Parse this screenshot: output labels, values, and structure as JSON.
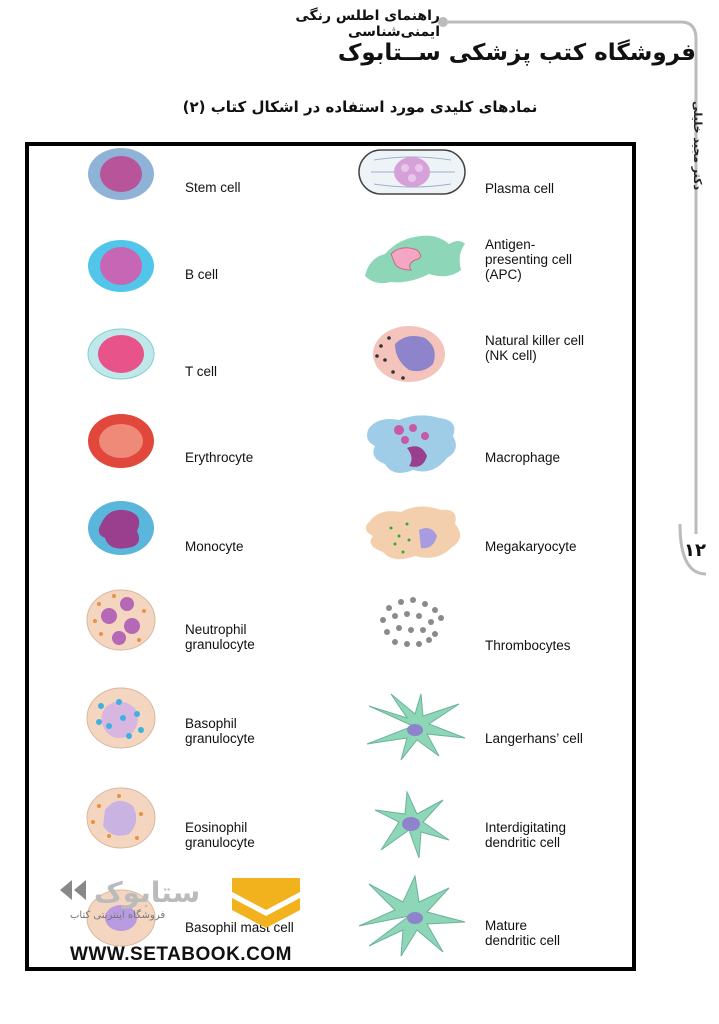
{
  "header": {
    "book_title": "راهنمای اطلس رنگی ایمنی‌شناسی",
    "store_title": "فروشگاه کتب پزشکی ســتابوک",
    "side_author": "دکتر مجید خلیلی",
    "page_number": "۱۲"
  },
  "page_heading": "نمادهای کلیدی مورد استفاده در اشکال کتاب (۲)",
  "cells_left": [
    {
      "label": "Stem cell",
      "icon": "stem-cell-icon"
    },
    {
      "label": "B cell",
      "icon": "b-cell-icon"
    },
    {
      "label": "T cell",
      "icon": "t-cell-icon"
    },
    {
      "label": "Erythrocyte",
      "icon": "erythrocyte-icon"
    },
    {
      "label": "Monocyte",
      "icon": "monocyte-icon"
    },
    {
      "label": "Neutrophil\ngranulocyte",
      "icon": "neutrophil-icon"
    },
    {
      "label": "Basophil\ngranulocyte",
      "icon": "basophil-icon"
    },
    {
      "label": "Eosinophil\ngranulocyte",
      "icon": "eosinophil-icon"
    },
    {
      "label": "Basophil mast cell",
      "icon": "mast-cell-icon"
    }
  ],
  "cells_right": [
    {
      "label": "Plasma cell",
      "icon": "plasma-cell-icon"
    },
    {
      "label": "Antigen-\npresenting cell\n(APC)",
      "icon": "apc-icon"
    },
    {
      "label": "Natural killer cell\n(NK cell)",
      "icon": "nk-cell-icon"
    },
    {
      "label": "Macrophage",
      "icon": "macrophage-icon"
    },
    {
      "label": "Megakaryocyte",
      "icon": "megakaryocyte-icon"
    },
    {
      "label": "Thrombocytes",
      "icon": "thrombocytes-icon"
    },
    {
      "label": "Langerhans’ cell",
      "icon": "langerhans-cell-icon"
    },
    {
      "label": "Interdigitating\ndendritic cell",
      "icon": "interdigitating-dc-icon"
    },
    {
      "label": "Mature\ndendritic cell",
      "icon": "mature-dc-icon"
    }
  ],
  "watermark": {
    "url": "WWW.SETABOOK.COM",
    "store": "فروشگاه اینترنتی کتاب"
  },
  "colors": {
    "stem_outer": "#8fb3d6",
    "stem_inner": "#b8549a",
    "bcell_outer": "#52c6ea",
    "bcell_inner": "#c766b4",
    "tcell_outer": "#bfe8ea",
    "tcell_inner": "#e8538a",
    "erythrocyte": "#e2473b",
    "green_cell": "#8ed6b8",
    "nucleus_lavender": "#8d84cc",
    "macrophage": "#9fcde8",
    "mega": "#f3cfae",
    "peach": "#f4d6c0"
  }
}
